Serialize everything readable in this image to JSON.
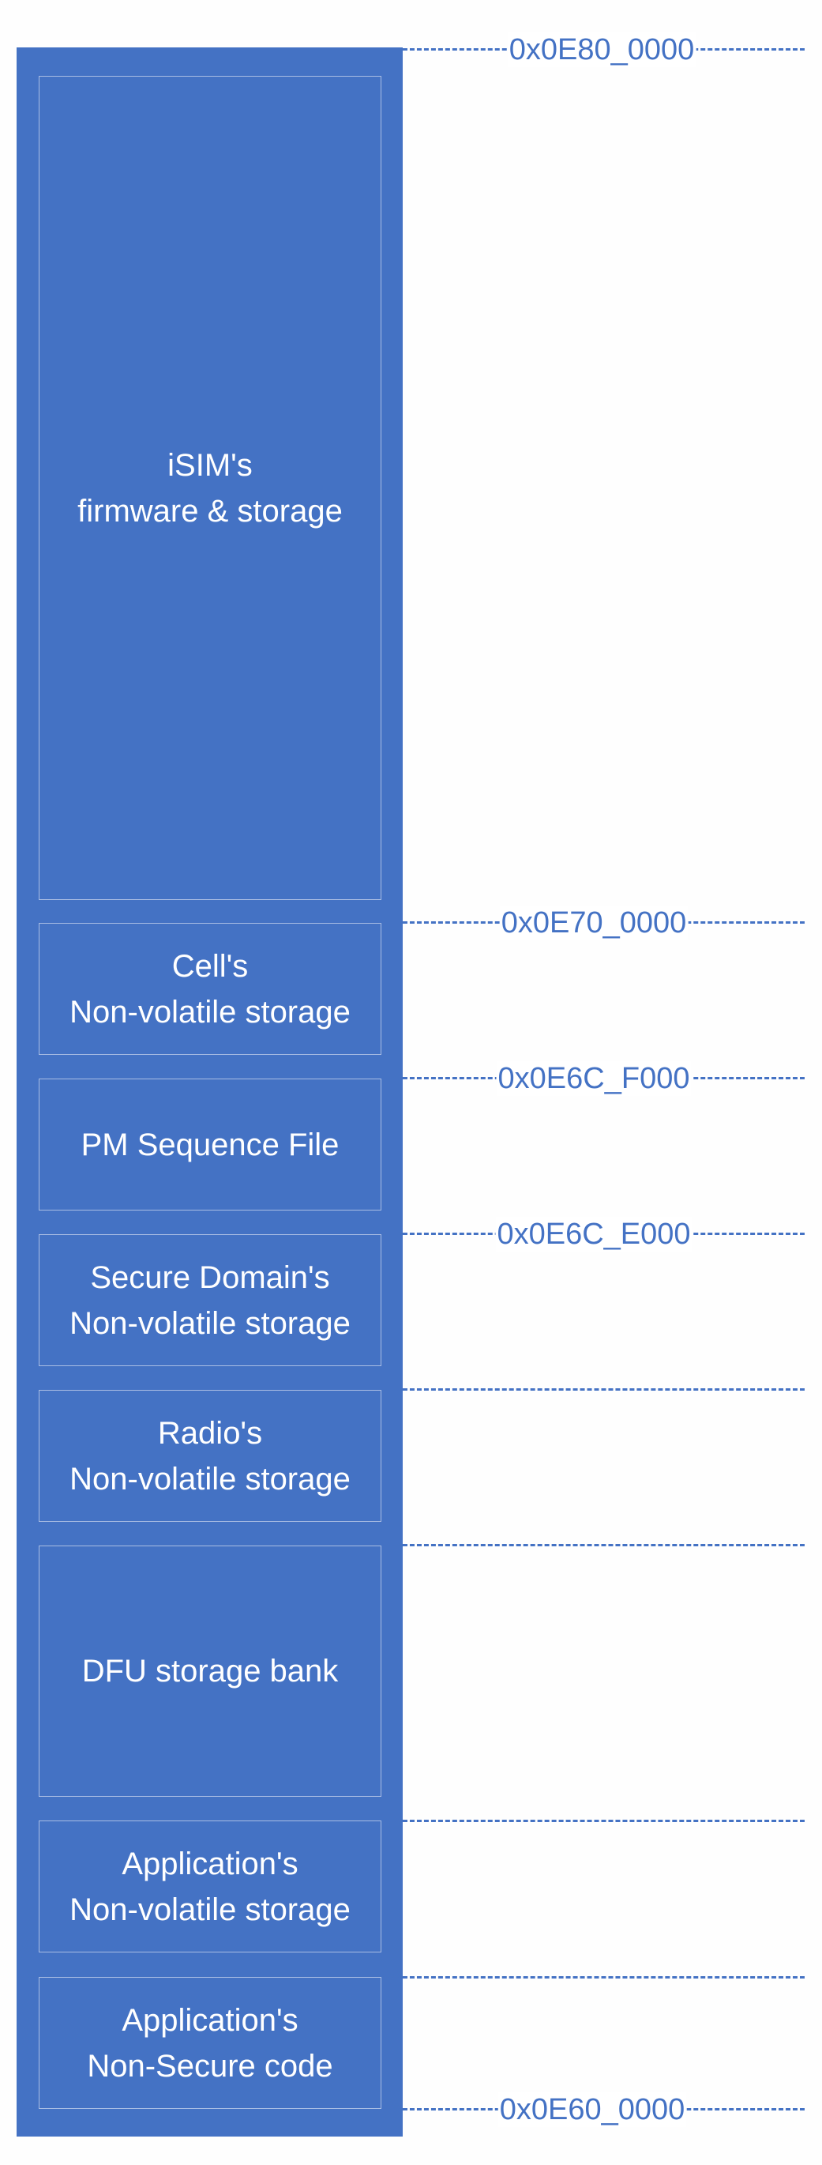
{
  "diagram": {
    "regions": [
      {
        "id": "isim",
        "lines": [
          "iSIM's",
          "firmware & storage"
        ]
      },
      {
        "id": "cell",
        "lines": [
          "Cell's",
          "Non-volatile storage"
        ]
      },
      {
        "id": "pm-sequence",
        "lines": [
          "PM Sequence File"
        ]
      },
      {
        "id": "secure-domain",
        "lines": [
          "Secure Domain's",
          "Non-volatile storage"
        ]
      },
      {
        "id": "radio",
        "lines": [
          "Radio's",
          "Non-volatile storage"
        ]
      },
      {
        "id": "dfu",
        "lines": [
          "DFU storage bank"
        ]
      },
      {
        "id": "app-nv",
        "lines": [
          "Application's",
          "Non-volatile storage"
        ]
      },
      {
        "id": "app-code",
        "lines": [
          "Application's",
          "Non-Secure code"
        ]
      }
    ],
    "addresses": {
      "top": "0x0E80_0000",
      "cell_top": "0x0E70_0000",
      "pm_top": "0x0E6C_F000",
      "secure_top": "0x0E6C_E000",
      "bottom": "0x0E60_0000"
    },
    "colors": {
      "block_fill": "#4472c4",
      "block_outline": "#a9bde3",
      "block_text": "#ffffff",
      "address_text": "#4472c4",
      "boundary_line": "#4472c4"
    }
  }
}
